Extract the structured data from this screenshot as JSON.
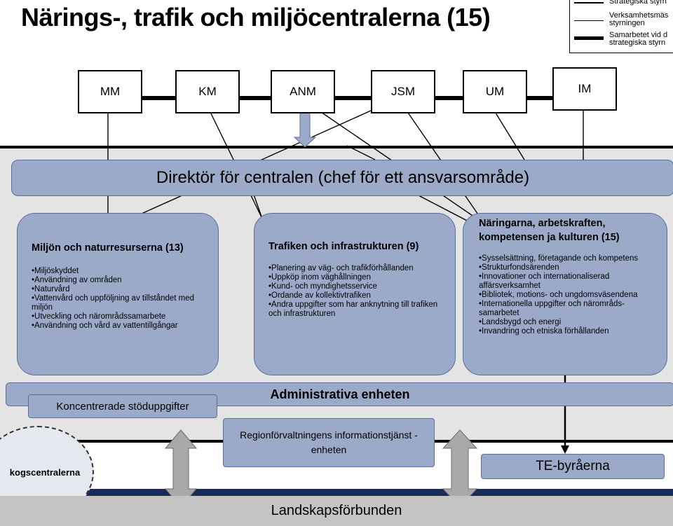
{
  "title": "Närings-, trafik och miljöcentralerna (15)",
  "legend": {
    "items": [
      "Strategiska styrn",
      "Verksamhetsmäs styrningen",
      "Samarbetet vid d strategiska styrn"
    ]
  },
  "ministries": [
    "MM",
    "KM",
    "ANM",
    "JSM",
    "UM",
    "IM"
  ],
  "director": "Direktör för centralen (chef för ett ansvarsområde)",
  "areas": [
    {
      "title": "Miljön och naturresurserna (13)",
      "items": [
        "Miljöskyddet",
        "Användning av områden",
        "Naturvård",
        "Vattenvård och uppföljning av tillståndet med miljön",
        "Utveckling och närområdssamarbete",
        "Användning och vård av vattentillgångar"
      ]
    },
    {
      "title": "Trafiken och infrastrukturen (9)",
      "items": [
        "Planering av väg- och trafikförhållanden",
        "Uppköp inom väghållningen",
        "Kund- och myndighetsservice",
        "Ordande av kollektivtrafiken",
        "Andra uppgifter som har anknytning till trafiken och infrastrukturen"
      ]
    },
    {
      "title": "Näringarna, arbetskraften, kompetensen ja kulturen (15)",
      "items": [
        "Sysselsättning, företagande och kompetens",
        "Strukturfondsärenden",
        "Innovationer och internationaliserad affärsverksamhet",
        "Bibliotek, motions- och ungdomsväsendena",
        "Internationella uppgifter och närområds-samarbetet",
        "Landsbygd och energi",
        "Invandring och etniska förhållanden"
      ]
    }
  ],
  "admin": "Administrativa enheten",
  "support": "Koncentrerade stöduppgifter",
  "region": "Regionförvaltningens informationstjänst -enheten",
  "te": "TE-byråerna",
  "skog": "kogscentralerna",
  "landsk": "Landskapsförbunden",
  "colors": {
    "box": "#9aaac8",
    "band": "#e4e4e4",
    "navy": "#1a2a5a"
  }
}
